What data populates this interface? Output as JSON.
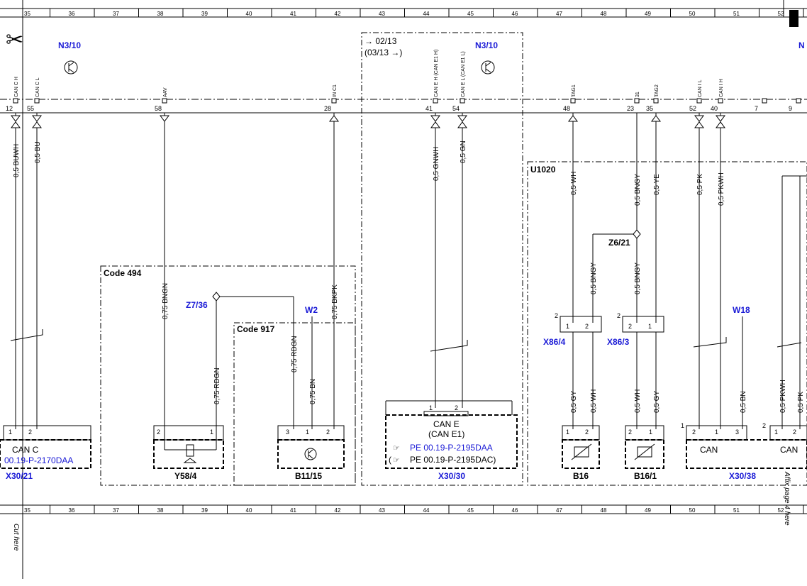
{
  "ruler": {
    "columns": [
      "35",
      "36",
      "37",
      "38",
      "39",
      "40",
      "41",
      "42",
      "43",
      "44",
      "45",
      "46",
      "47",
      "48",
      "49",
      "50",
      "51",
      "52"
    ]
  },
  "margin_text": {
    "cut_here": "Cut here",
    "affix_page": "Affix page 4 here"
  },
  "header": {
    "scissors_glyph": "✂",
    "n3_10_left": "N3/10",
    "n3_10_right": "N3/10",
    "n_edge": "N",
    "date_a": "→ 02/13",
    "date_b": "(03/13 →)"
  },
  "connector_top": {
    "pins": [
      {
        "name": "CAN C H",
        "num": "12"
      },
      {
        "name": "CAN C L",
        "num": "55"
      },
      {
        "name": "AAV",
        "num": "58"
      },
      {
        "name": "IN C1",
        "num": "28"
      },
      {
        "name": "CAN E H (CAN E1 H)",
        "num": "41"
      },
      {
        "name": "CAN E L (CAN E1 L)",
        "num": "54"
      },
      {
        "name": "TAG1",
        "num": "48"
      },
      {
        "name": "31",
        "num": "23"
      },
      {
        "name": "TAG2",
        "num": "35"
      },
      {
        "name": "CAN I L",
        "num": "52"
      },
      {
        "name": "CAN I H",
        "num": "40"
      },
      {
        "name": "",
        "num": "7"
      },
      {
        "name": "",
        "num": "9"
      }
    ]
  },
  "wires": {
    "w1": "0,5 BUWH",
    "w2": "0,5 BU",
    "w3": "0,75 BNGN",
    "w4": "0,75 RDGN",
    "w5": "0,75 BKPK",
    "w6": "0,75 RDGN",
    "w7": "0,75 BN",
    "w8": "0,5 GNWH",
    "w9": "0,5 GN",
    "w10": "0,5 WH",
    "w11": "0,5 BNGY",
    "w12": "0,5 YE",
    "w13": "0,5 BNGY",
    "w14": "0,5 BNGY",
    "w15": "0,5 PK",
    "w16": "0,5 PKWH",
    "w17": "0,5 GY",
    "w18": "0,5 WH",
    "w19": "0,5 WH",
    "w20": "0,5 GY",
    "w21": "0,5 BN",
    "w22": "0,5 PKWH",
    "w23": "0,5 PK"
  },
  "components": {
    "code494": "Code 494",
    "code917": "Code 917",
    "u1020": "U1020",
    "z7_36": "Z7/36",
    "w2": "W2",
    "z6_21": "Z6/21",
    "w18": "W18",
    "x86_4": "X86/4",
    "x86_3": "X86/3",
    "y58_4": "Y58/4",
    "b11_15": "B11/15",
    "b16": "B16",
    "b16_1": "B16/1",
    "x30_21": "X30/21",
    "x30_30": "X30/30",
    "x30_38": "X30/38",
    "can_c": "CAN C",
    "can_c_ref": "00.19-P-2170DAA",
    "can_e": "CAN E",
    "can_e1": "(CAN E1)",
    "can_e_ref1": "PE 00.19-P-2195DAA",
    "can_e_ref2": "PE 00.19-P-2195DAC)",
    "can_e_ref2_open": "(",
    "can_a": "CAN",
    "can_b": "CAN"
  },
  "pin_nums": {
    "p1": "1",
    "p2": "2",
    "p3": "3"
  },
  "colors": {
    "accent": "#1a1ad6",
    "line": "#000000"
  }
}
